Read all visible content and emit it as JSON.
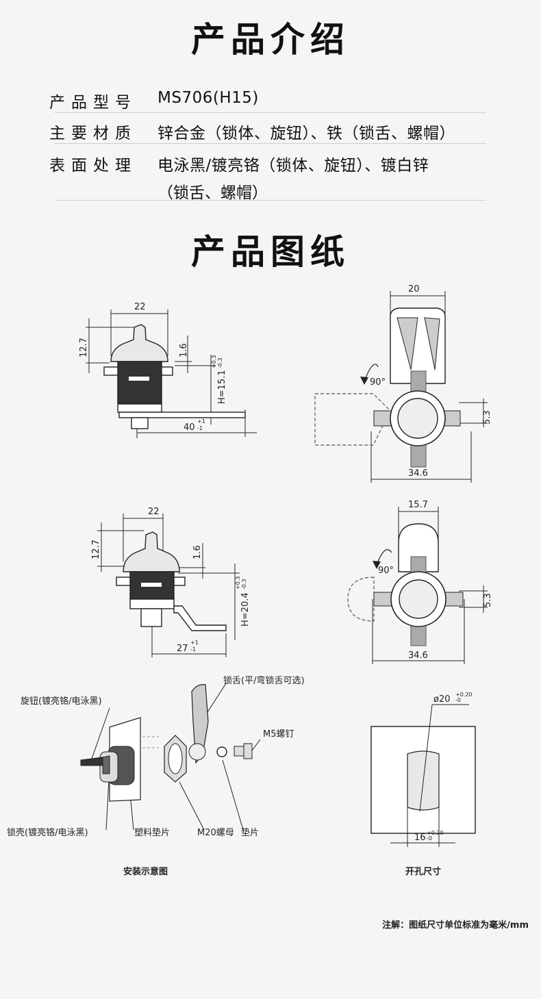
{
  "sections": {
    "intro_title": "产品介绍",
    "drawing_title": "产品图纸"
  },
  "specs": [
    {
      "label": "产品型号",
      "value": "MS706(H15)"
    },
    {
      "label": "主要材质",
      "value": "锌合金（锁体、旋钮）、铁（锁舌、螺帽）"
    },
    {
      "label": "表面处理",
      "value": "电泳黑/镀亮铬（锁体、旋钮）、镀白锌",
      "value2": "（锁舌、螺帽）"
    }
  ],
  "drawing1": {
    "width": "22",
    "height": "12.7",
    "flange": "1.6",
    "h_label": "H=15.1",
    "h_tol_up": "+0.3",
    "h_tol_dn": "-0.3",
    "length": "40",
    "length_tol_up": "+1",
    "length_tol_dn": "-1"
  },
  "drawing2": {
    "top_width": "20",
    "angle": "90°",
    "tongue": "5.3",
    "width": "34.6"
  },
  "drawing3": {
    "width": "22",
    "height": "12.7",
    "flange": "1.6",
    "h_label": "H=20.4",
    "h_tol_up": "+0.3",
    "h_tol_dn": "-0.3",
    "length": "27",
    "length_tol_up": "+1",
    "length_tol_dn": "-1"
  },
  "drawing4": {
    "top_width": "15.7",
    "angle": "90°",
    "tongue": "5.3",
    "width": "34.6"
  },
  "assembly": {
    "knob": "旋钮(镀亮铬/电泳黑)",
    "tongue": "锁舌(平/弯锁舌可选)",
    "screw": "M5螺钉",
    "body": "锁壳(镀亮铬/电泳黑)",
    "plastic_washer": "塑料垫片",
    "nut": "M20螺母",
    "washer": "垫片",
    "caption": "安装示意图"
  },
  "cutout": {
    "diameter": "ø20",
    "diameter_tol_up": "+0.20",
    "diameter_tol_dn": "-0",
    "flat": "16",
    "flat_tol_up": "+0.20",
    "flat_tol_dn": "-0",
    "caption": "开孔尺寸"
  },
  "note": "注解：图纸尺寸单位标准为毫米/mm"
}
